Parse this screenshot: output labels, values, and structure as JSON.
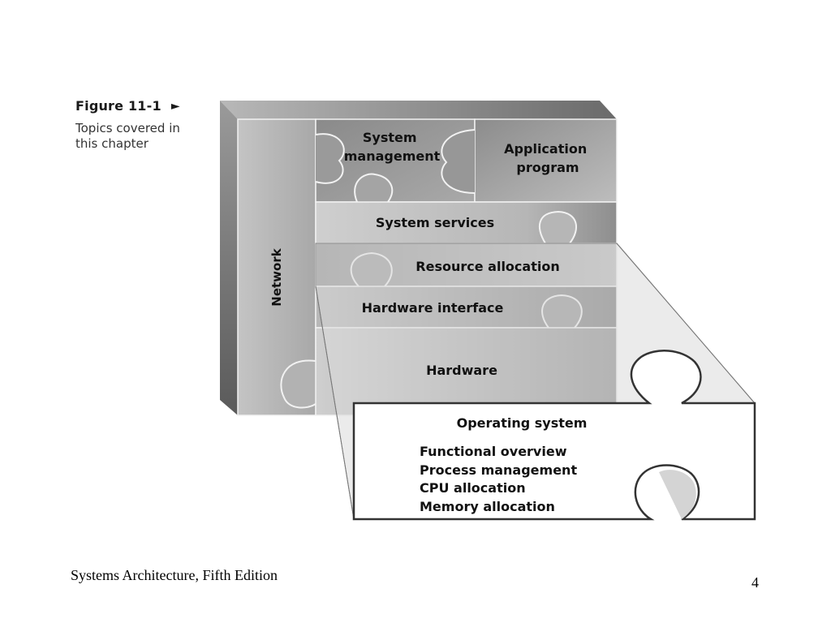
{
  "figure": {
    "label": "Figure 11-1",
    "description": "Topics covered in this chapter"
  },
  "diagram": {
    "pieces": {
      "network": "Network",
      "system_management": [
        "System",
        "management"
      ],
      "application_program": [
        "Application",
        "program"
      ],
      "system_services": "System services",
      "resource_allocation": "Resource allocation",
      "hardware_interface": "Hardware interface",
      "hardware": "Hardware"
    },
    "callout": {
      "title": "Operating system",
      "items": [
        "Functional overview",
        "Process management",
        "CPU allocation",
        "Memory allocation"
      ]
    }
  },
  "footer": {
    "title": "Systems Architecture, Fifth Edition",
    "page": "4"
  }
}
